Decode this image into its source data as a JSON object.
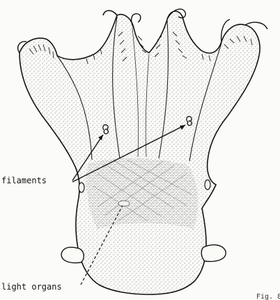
{
  "figure": {
    "labels": {
      "filaments": "filaments",
      "light_organs": "light organs",
      "figure_number": "Fig. 8"
    },
    "colors": {
      "ink": "#141414",
      "paper": "#fbfbf9",
      "stipple": "#5a5a5a"
    }
  }
}
